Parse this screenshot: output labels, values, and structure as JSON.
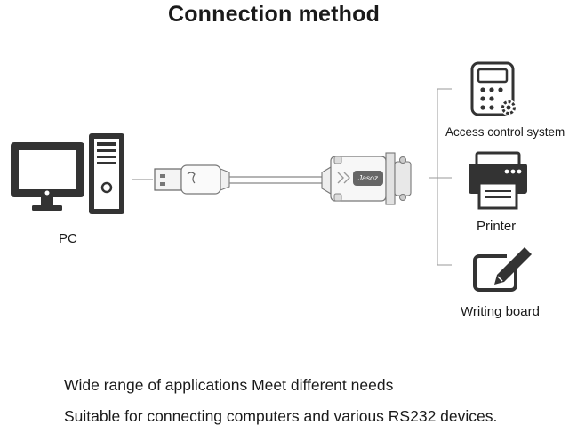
{
  "title": "Connection method",
  "pc_label": "PC",
  "devices": {
    "access_control": "Access control system",
    "printer": "Printer",
    "writing_board": "Writing board"
  },
  "cable_brand": "Jasoz",
  "footer": {
    "line1": "Wide range of applications Meet different needs",
    "line2": "Suitable for connecting computers and various RS232 devices."
  }
}
